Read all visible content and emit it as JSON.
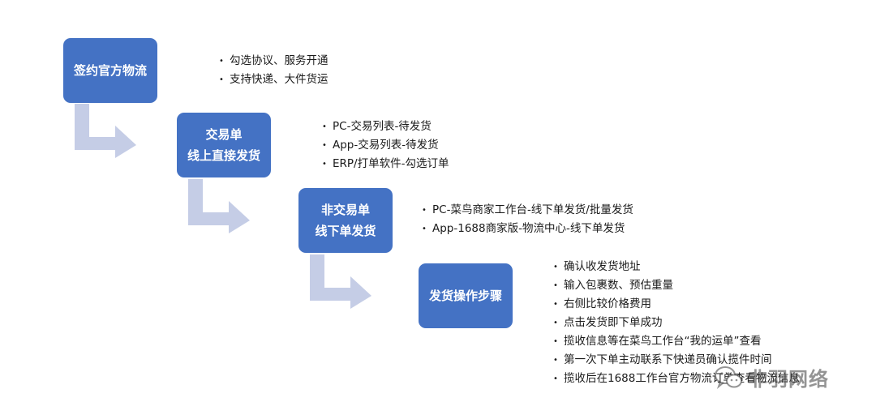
{
  "steps": [
    {
      "title_lines": [
        "签约官方物流"
      ],
      "items": [
        "勾选协议、服务开通",
        "支持快递、大件货运"
      ]
    },
    {
      "title_lines": [
        "交易单",
        "线上直接发货"
      ],
      "items": [
        "PC-交易列表-待发货",
        "App-交易列表-待发货",
        "ERP/打单软件-勾选订单"
      ]
    },
    {
      "title_lines": [
        "非交易单",
        "线下单发货"
      ],
      "items": [
        "PC-菜鸟商家工作台-线下单发货/批量发货",
        "App-1688商家版-物流中心-线下单发货"
      ]
    },
    {
      "title_lines": [
        "发货操作步骤"
      ],
      "items": [
        "确认收发货地址",
        "输入包裹数、预估重量",
        "右侧比较价格费用",
        "点击发货即下单成功",
        "揽收信息等在菜鸟工作台“我的运单”查看",
        "第一次下单主动联系下快递员确认揽件时间",
        "揽收后在1688工作台官方物流订单查看物流信息"
      ]
    }
  ],
  "bullet_glyph": "•",
  "watermark": {
    "text": "非羽网络",
    "icon": "wechat-icon"
  },
  "colors": {
    "box": "#4472c4",
    "arrow": "#c5cde6",
    "text": "#1a1a1a"
  }
}
